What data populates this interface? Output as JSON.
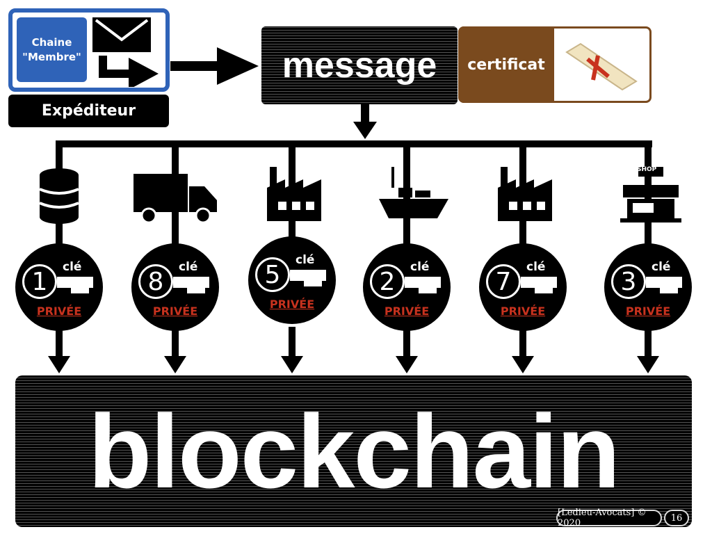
{
  "sender": {
    "chain_label": "Chaine \"Membre\"",
    "role": "Expéditeur"
  },
  "message": {
    "label": "message"
  },
  "certificate": {
    "label": "certificat"
  },
  "nodes": [
    {
      "number": "1",
      "icon": "database",
      "key_label": "clé",
      "key_type": "PRIVÉE"
    },
    {
      "number": "8",
      "icon": "truck",
      "key_label": "clé",
      "key_type": "PRIVÉE"
    },
    {
      "number": "5",
      "icon": "factory",
      "key_label": "clé",
      "key_type": "PRIVÉE"
    },
    {
      "number": "2",
      "icon": "ship",
      "key_label": "clé",
      "key_type": "PRIVÉE"
    },
    {
      "number": "7",
      "icon": "factory",
      "key_label": "clé",
      "key_type": "PRIVÉE"
    },
    {
      "number": "3",
      "icon": "shop",
      "key_label": "clé",
      "key_type": "PRIVÉE",
      "shop_sign": "SHOP"
    }
  ],
  "blockchain": {
    "label": "blockchain"
  },
  "footer": {
    "copyright": "[Ledieu-Avocats] © 2020",
    "page": "16"
  },
  "colors": {
    "blue": "#2f63b8",
    "brown": "#7a4a1e",
    "red": "#c8321e"
  }
}
